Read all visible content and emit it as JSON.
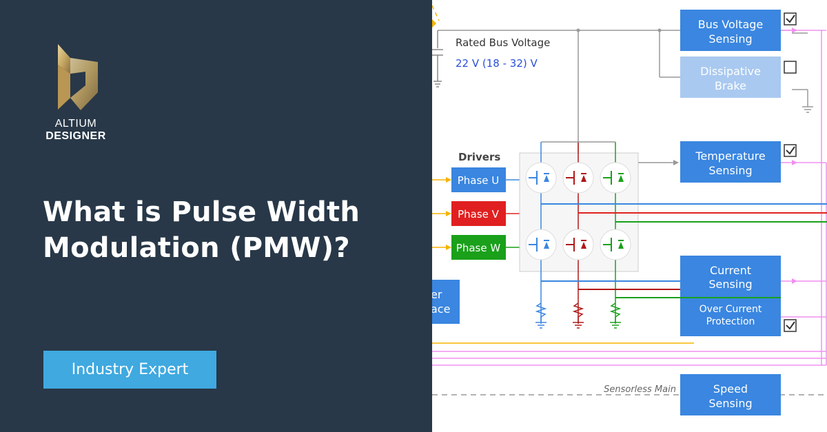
{
  "brand": {
    "line1": "ALTIUM",
    "line2": "DESIGNER",
    "logo_icon": "altium-gold-logo"
  },
  "headline": {
    "line1": "What is Pulse Width",
    "line2": "Modulation (PMW)?"
  },
  "badge_label": "Industry Expert",
  "schematic": {
    "rated_label": "Rated Bus Voltage",
    "rated_value": "22 V (18 - 32) V",
    "drivers_label": "Drivers",
    "phase_u": "Phase U",
    "phase_v": "Phase V",
    "phase_w": "Phase W",
    "bus_sense_1": "Bus Voltage",
    "bus_sense_2": "Sensing",
    "brake_1": "Dissipative",
    "brake_2": "Brake",
    "temp_1": "Temperature",
    "temp_2": "Sensing",
    "current_1": "Current",
    "current_2": "Sensing",
    "overcurrent_1": "Over Current",
    "overcurrent_2": "Protection",
    "speed_1": "Speed",
    "speed_2": "Sensing",
    "sensorless": "Sensorless Main",
    "partial_line1": "er",
    "partial_line2": "ace"
  },
  "colors": {
    "panel_bg": "#283848",
    "badge_bg": "#3fa9e0",
    "block_blue": "#3a86e0",
    "block_light": "#a9c9f0",
    "phase_v": "#e02020",
    "phase_w": "#1aa01a",
    "pink_wire": "#f090f0",
    "yellow_wire": "#f5b400",
    "blue_value": "#2a4fd8"
  }
}
